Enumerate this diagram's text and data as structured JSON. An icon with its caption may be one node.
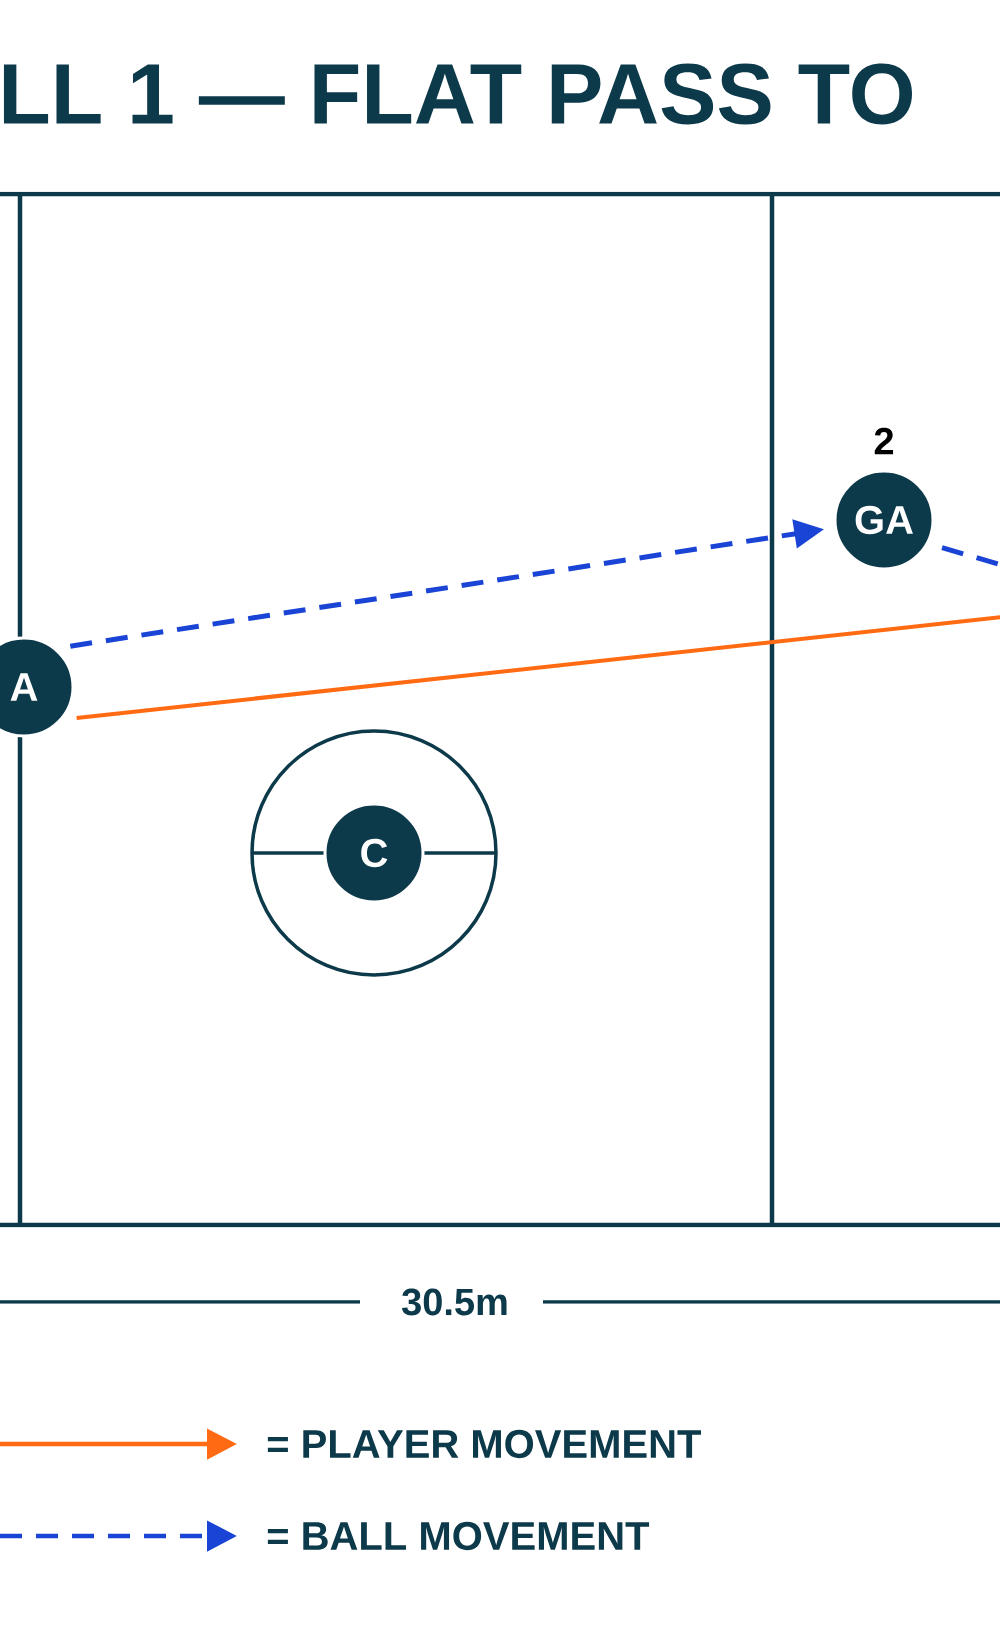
{
  "diagram": {
    "title": "LL 1 — FLAT PASS TO",
    "nodes": [
      {
        "text": [
          "A"
        ]
      },
      {
        "text": [
          "GA"
        ],
        "beside": [
          "2"
        ]
      },
      {
        "text": [
          "C"
        ]
      }
    ],
    "edges": [
      {
        "from": 0,
        "to": 1,
        "arrow": "to",
        "style": "dashed"
      },
      {
        "from": 1,
        "to": null,
        "arrow": "none",
        "style": "dashed"
      },
      {
        "from": 0,
        "to": null,
        "arrow": "none",
        "color": "#ff6a13"
      }
    ],
    "labels": [
      "30.5m"
    ],
    "legend": [
      {
        "text": "= PLAYER MOVEMENT"
      },
      {
        "text": "= BALL MOVEMENT"
      }
    ]
  }
}
